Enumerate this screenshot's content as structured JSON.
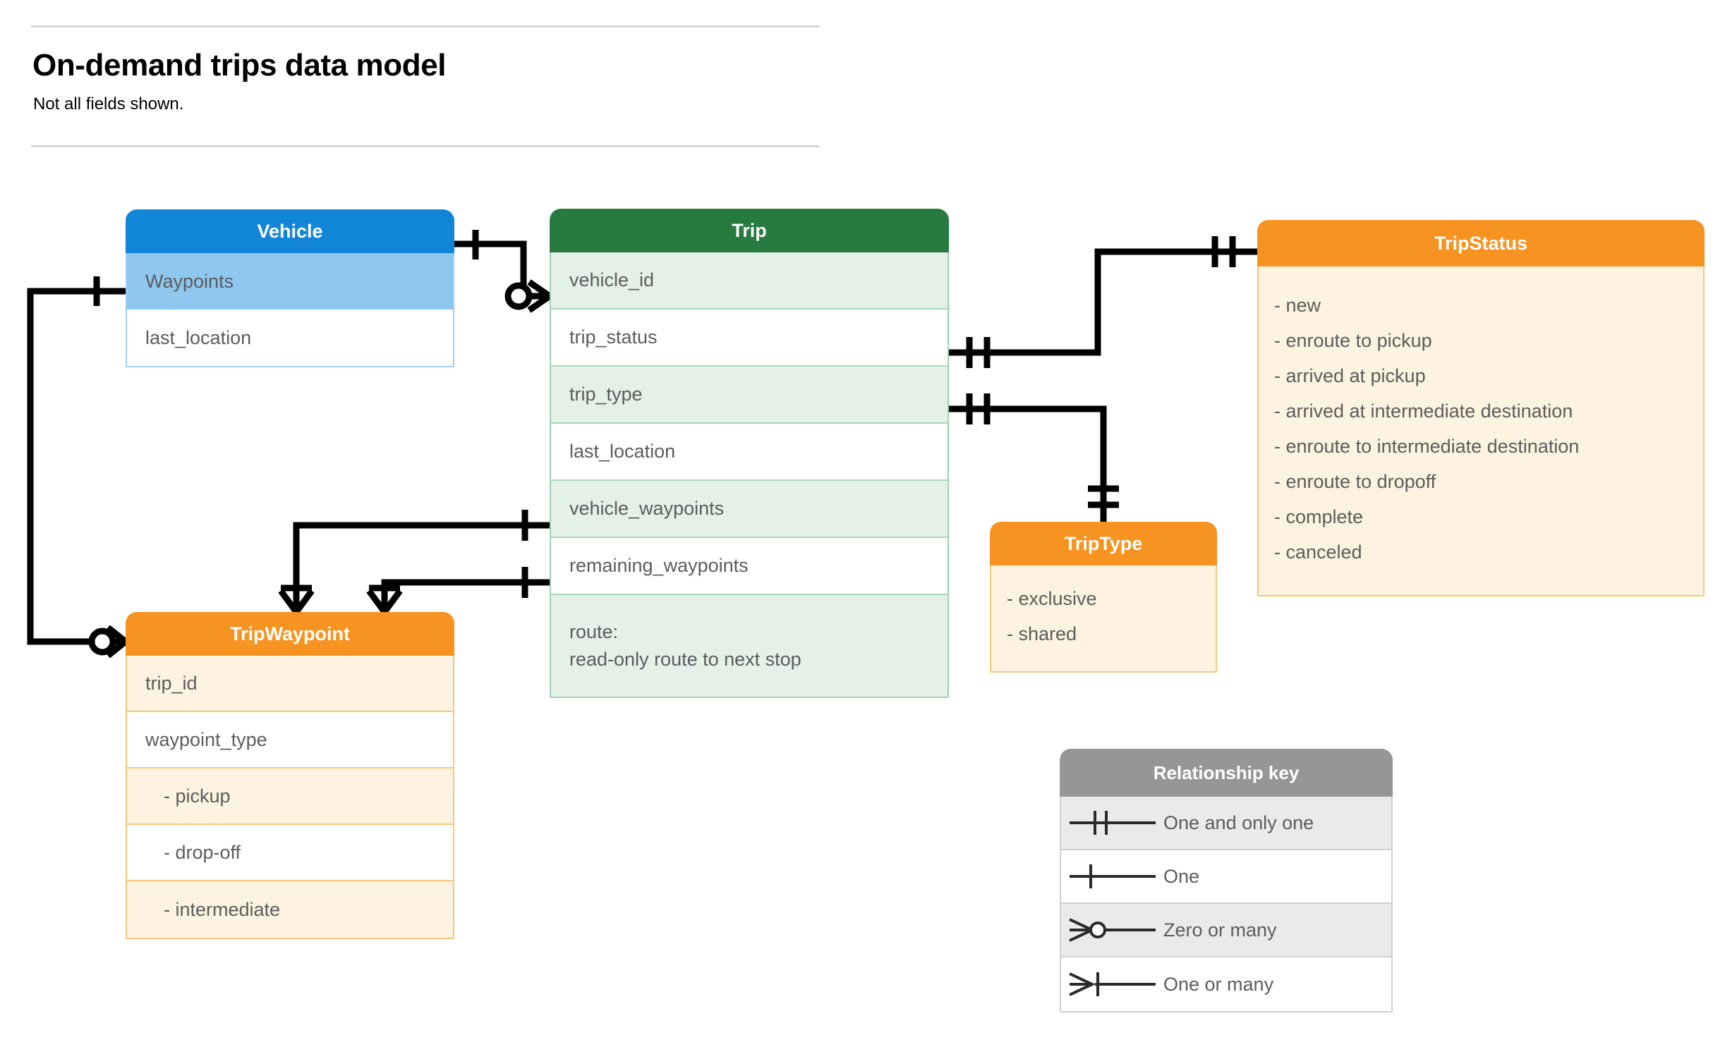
{
  "header": {
    "title": "On-demand trips data model",
    "subtitle": "Not all fields shown."
  },
  "colors": {
    "vehicle_header": "#1185d6",
    "vehicle_highlight": "#8ec7f0",
    "trip_header": "#277b41",
    "trip_row": "#e4f1e8",
    "orange_header": "#f79320",
    "orange_row": "#fdf3e0",
    "key_header": "#969696",
    "key_row": "#eaeaea",
    "text": "#5c5c5c",
    "connector": "#000000"
  },
  "entities": {
    "vehicle": {
      "title": "Vehicle",
      "fields": [
        {
          "label": "Waypoints",
          "highlight": true
        },
        {
          "label": "last_location",
          "highlight": false
        }
      ]
    },
    "trip": {
      "title": "Trip",
      "fields": [
        {
          "label": "vehicle_id"
        },
        {
          "label": "trip_status"
        },
        {
          "label": "trip_type"
        },
        {
          "label": "last_location"
        },
        {
          "label": "vehicle_waypoints"
        },
        {
          "label": "remaining_waypoints"
        }
      ],
      "route_note_line1": "route:",
      "route_note_line2": "read-only route to next stop"
    },
    "trip_status": {
      "title": "TripStatus",
      "values": [
        "- new",
        "- enroute to pickup",
        "- arrived at pickup",
        "- arrived at intermediate destination",
        "- enroute to intermediate destination",
        "- enroute to dropoff",
        "- complete",
        "- canceled"
      ]
    },
    "trip_type": {
      "title": "TripType",
      "values": [
        "- exclusive",
        "- shared"
      ]
    },
    "trip_waypoint": {
      "title": "TripWaypoint",
      "fields": [
        {
          "label": "trip_id",
          "indent": false
        },
        {
          "label": "waypoint_type",
          "indent": false
        },
        {
          "label": "-  pickup",
          "indent": true
        },
        {
          "label": "-  drop-off",
          "indent": true
        },
        {
          "label": "-  intermediate",
          "indent": true
        }
      ]
    }
  },
  "relationship_key": {
    "title": "Relationship key",
    "rows": [
      {
        "symbol": "one-and-only-one",
        "label": "One and only one"
      },
      {
        "symbol": "one",
        "label": "One"
      },
      {
        "symbol": "zero-or-many",
        "label": "Zero or many"
      },
      {
        "symbol": "one-or-many",
        "label": "One or many"
      }
    ]
  },
  "relationships": [
    {
      "from": "Vehicle",
      "from_card": "one",
      "to": "Trip.vehicle_id",
      "to_card": "zero-or-many"
    },
    {
      "from": "Vehicle.Waypoints",
      "from_card": "one",
      "to": "TripWaypoint",
      "to_card": "zero-or-many"
    },
    {
      "from": "Trip.trip_status",
      "from_card": "one-and-only-one",
      "to": "TripStatus",
      "to_card": "one-and-only-one"
    },
    {
      "from": "Trip.trip_type",
      "from_card": "one-and-only-one",
      "to": "TripType",
      "to_card": "one-and-only-one"
    },
    {
      "from": "Trip.vehicle_waypoints",
      "from_card": "one",
      "to": "TripWaypoint",
      "to_card": "one-or-many"
    },
    {
      "from": "Trip.remaining_waypoints",
      "from_card": "one",
      "to": "TripWaypoint",
      "to_card": "one-or-many"
    }
  ]
}
